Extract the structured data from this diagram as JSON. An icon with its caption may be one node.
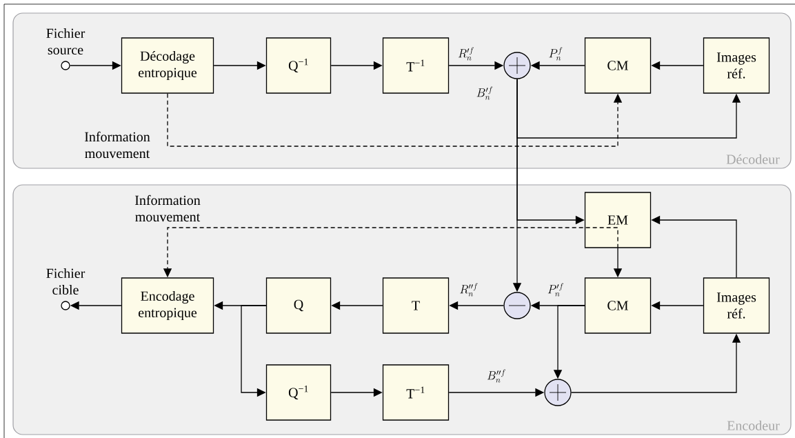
{
  "diagram": {
    "nodes": [
      {
        "text": [
          "Décodeur"
        ]
      },
      {
        "text": [],
        "shape": "circle",
        "beside": [
          "Fichier source"
        ],
        "in": 0
      },
      {
        "text": [
          "Décodage entropique"
        ],
        "in": 0
      },
      {
        "text": [
          "Q$^{−1}$"
        ],
        "in": 0
      },
      {
        "text": [
          "T$^{−1}$"
        ],
        "in": 0
      },
      {
        "text": [],
        "shape": "circle",
        "in": 0
      },
      {
        "text": [
          "CM"
        ],
        "in": 0
      },
      {
        "text": [
          "Images réf."
        ],
        "in": 0
      },
      {
        "text": [
          "Encodeur"
        ]
      },
      {
        "text": [],
        "shape": "circle",
        "beside": [
          "Fichier cible"
        ],
        "in": 8
      },
      {
        "text": [
          "Encodage entropique"
        ],
        "in": 8
      },
      {
        "text": [
          "Q"
        ],
        "in": 8
      },
      {
        "text": [
          "T"
        ],
        "in": 8
      },
      {
        "text": [],
        "shape": "circle",
        "in": 8
      },
      {
        "text": [
          "CM"
        ],
        "in": 8
      },
      {
        "text": [
          "Images réf."
        ],
        "in": 8
      },
      {
        "text": [
          "EM"
        ],
        "in": 8
      },
      {
        "text": [
          "Q$^{−1}$"
        ],
        "in": 8
      },
      {
        "text": [
          "T$^{−1}$"
        ],
        "in": 8
      },
      {
        "text": [],
        "shape": "circle",
        "in": 8
      }
    ],
    "edges": [
      {
        "from": 1,
        "to": 2,
        "arrow": "to"
      },
      {
        "from": 2,
        "to": 3,
        "arrow": "to"
      },
      {
        "from": 3,
        "to": 4,
        "arrow": "to"
      },
      {
        "from": 4,
        "to": 5,
        "arrow": "to",
        "label": "R_n^{\\prime f}"
      },
      {
        "from": 6,
        "to": 5,
        "arrow": "to",
        "label": "P_n^{f}"
      },
      {
        "from": 7,
        "to": 6,
        "arrow": "to"
      },
      {
        "from": 5,
        "to": 7,
        "arrow": "to"
      },
      {
        "from": 2,
        "to": 6,
        "arrow": "to",
        "style": "dashed",
        "label": "Information mouvement"
      },
      {
        "from": 5,
        "to": 13,
        "arrow": "to",
        "label": "B_n^{\\prime f}"
      },
      {
        "from": 5,
        "to": 16,
        "arrow": "to"
      },
      {
        "from": 15,
        "to": 16,
        "arrow": "to"
      },
      {
        "from": 16,
        "to": 14,
        "arrow": "to"
      },
      {
        "from": 16,
        "to": 10,
        "arrow": "to",
        "style": "dashed",
        "label": "Information mouvement"
      },
      {
        "from": 15,
        "to": 14,
        "arrow": "to"
      },
      {
        "from": 14,
        "to": 13,
        "arrow": "to",
        "label": "P_n^{\\prime f}"
      },
      {
        "from": 14,
        "to": 19,
        "arrow": "to"
      },
      {
        "from": 13,
        "to": 12,
        "arrow": "to",
        "label": "R_n^{\\prime\\prime f}"
      },
      {
        "from": 12,
        "to": 11,
        "arrow": "to"
      },
      {
        "from": 11,
        "to": 10,
        "arrow": "to"
      },
      {
        "from": 11,
        "to": 17,
        "arrow": "to"
      },
      {
        "from": 17,
        "to": 18,
        "arrow": "to"
      },
      {
        "from": 18,
        "to": 19,
        "arrow": "to",
        "label": "B_n^{\\prime\\prime f}"
      },
      {
        "from": 19,
        "to": 15,
        "arrow": "to"
      },
      {
        "from": 10,
        "to": 9,
        "arrow": "to"
      }
    ]
  }
}
